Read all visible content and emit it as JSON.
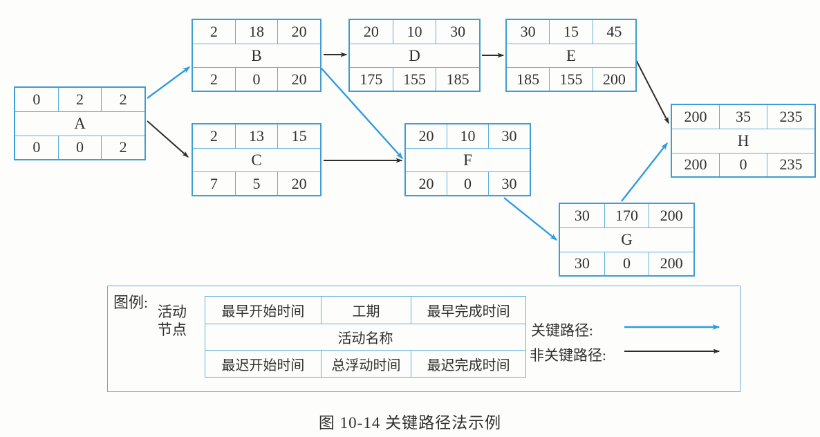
{
  "figure": {
    "caption": "图 10-14  关键路径法示例"
  },
  "legend": {
    "title": "图例:",
    "node_label_line1": "活动",
    "node_label_line2": "节点",
    "table": {
      "top": [
        "最早开始时间",
        "工期",
        "最早完成时间"
      ],
      "middle": "活动名称",
      "bottom": [
        "最迟开始时间",
        "总浮动时间",
        "最迟完成时间"
      ]
    },
    "critical_label": "关键路径:",
    "noncritical_label": "非关键路径:",
    "critical_color": "#2f9be0",
    "noncritical_color": "#2d2d2d"
  },
  "nodes": [
    {
      "name": "A",
      "es": "0",
      "du": "2",
      "ef": "2",
      "ls": "0",
      "tf": "0",
      "lf": "2"
    },
    {
      "name": "B",
      "es": "2",
      "du": "18",
      "ef": "20",
      "ls": "2",
      "tf": "0",
      "lf": "20"
    },
    {
      "name": "C",
      "es": "2",
      "du": "13",
      "ef": "15",
      "ls": "7",
      "tf": "5",
      "lf": "20"
    },
    {
      "name": "D",
      "es": "20",
      "du": "10",
      "ef": "30",
      "ls": "175",
      "tf": "155",
      "lf": "185"
    },
    {
      "name": "E",
      "es": "30",
      "du": "15",
      "ef": "45",
      "ls": "185",
      "tf": "155",
      "lf": "200"
    },
    {
      "name": "F",
      "es": "20",
      "du": "10",
      "ef": "30",
      "ls": "20",
      "tf": "0",
      "lf": "30"
    },
    {
      "name": "G",
      "es": "30",
      "du": "170",
      "ef": "200",
      "ls": "30",
      "tf": "0",
      "lf": "200"
    },
    {
      "name": "H",
      "es": "200",
      "du": "35",
      "ef": "235",
      "ls": "200",
      "tf": "0",
      "lf": "235"
    }
  ],
  "edges": [
    {
      "from": "A",
      "to": "B",
      "type": "critical"
    },
    {
      "from": "A",
      "to": "C",
      "type": "noncritical"
    },
    {
      "from": "B",
      "to": "D",
      "type": "noncritical"
    },
    {
      "from": "B",
      "to": "F",
      "type": "critical"
    },
    {
      "from": "C",
      "to": "F",
      "type": "noncritical"
    },
    {
      "from": "D",
      "to": "E",
      "type": "noncritical"
    },
    {
      "from": "E",
      "to": "H",
      "type": "noncritical"
    },
    {
      "from": "F",
      "to": "G",
      "type": "critical"
    },
    {
      "from": "G",
      "to": "H",
      "type": "critical"
    }
  ]
}
